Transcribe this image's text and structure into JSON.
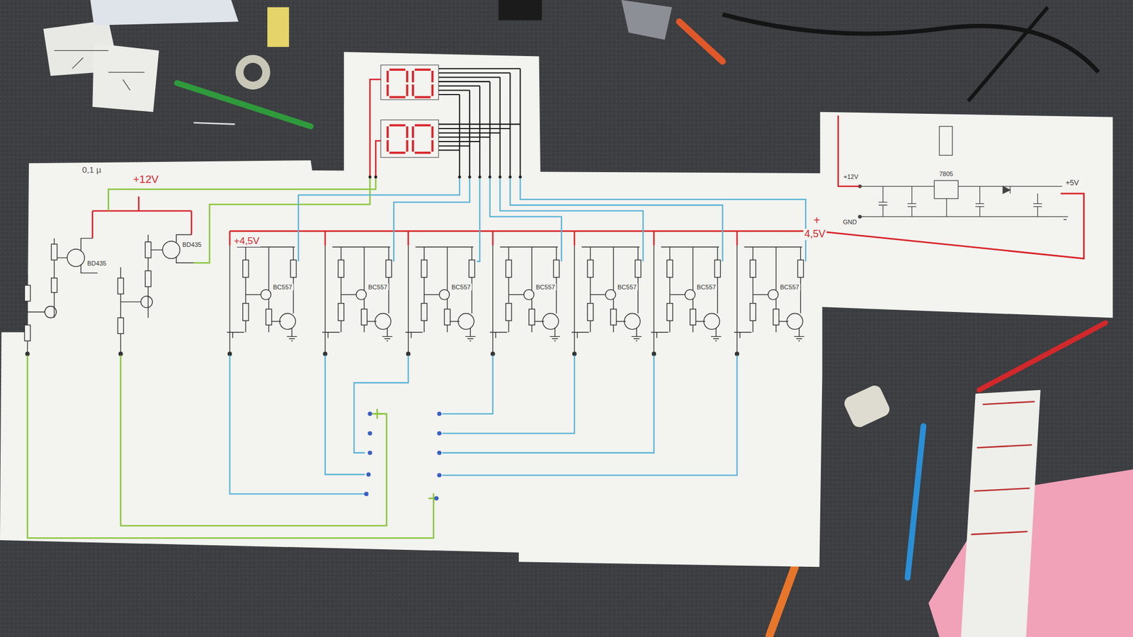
{
  "diagram": {
    "labels": [
      "0,1 µ",
      "+12V",
      "BD435",
      "BD435",
      "+4,5V",
      "BC557",
      "BC557",
      "BC557",
      "BC557",
      "BC557",
      "BC557",
      "BC557",
      "+",
      "4,5V",
      "+12V",
      "GND",
      "7805",
      "+5V"
    ]
  }
}
